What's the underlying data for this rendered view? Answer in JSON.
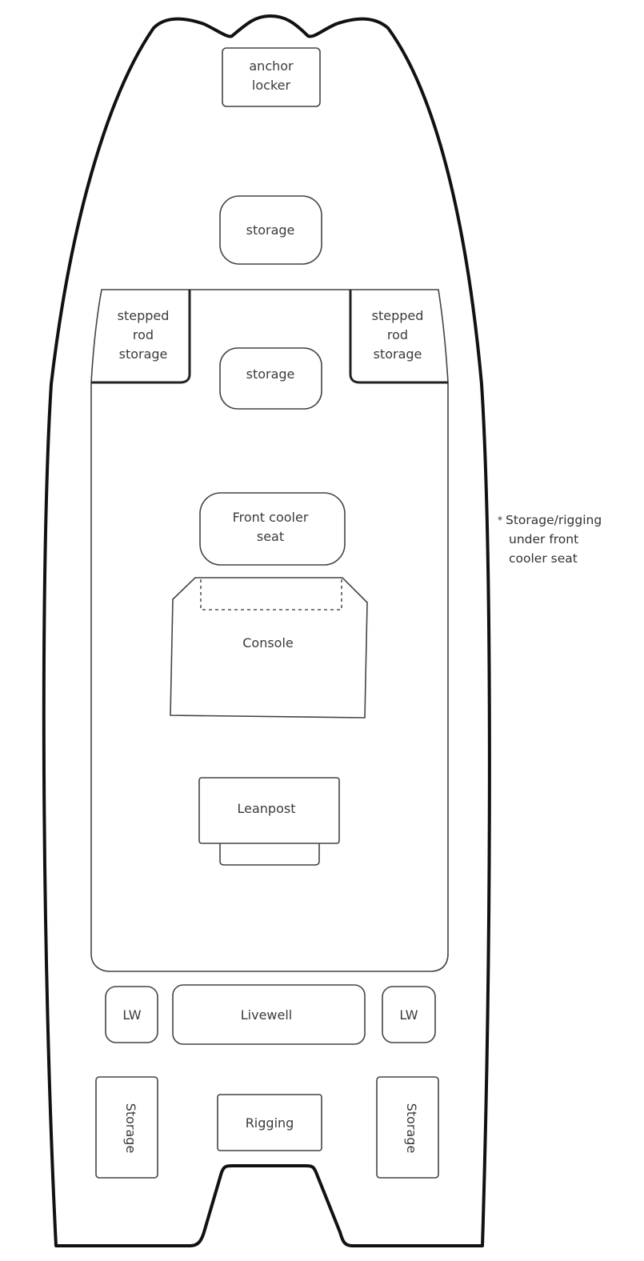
{
  "compartments": {
    "anchor_locker": [
      "anchor",
      "locker"
    ],
    "storage_forward": "storage",
    "rod_storage_left": [
      "stepped",
      "rod",
      "storage"
    ],
    "rod_storage_right": [
      "stepped",
      "rod",
      "storage"
    ],
    "storage_mid": "storage",
    "front_cooler_seat": [
      "Front cooler",
      "seat"
    ],
    "console": "Console",
    "leanpost": "Leanpost",
    "livewell_left": "LW",
    "livewell": "Livewell",
    "livewell_right": "LW",
    "storage_aft_left": "Storage",
    "rigging": "Rigging",
    "storage_aft_right": "Storage"
  },
  "note": {
    "marker": "*",
    "lines": [
      "Storage/rigging",
      "under front",
      "cooler seat"
    ]
  }
}
